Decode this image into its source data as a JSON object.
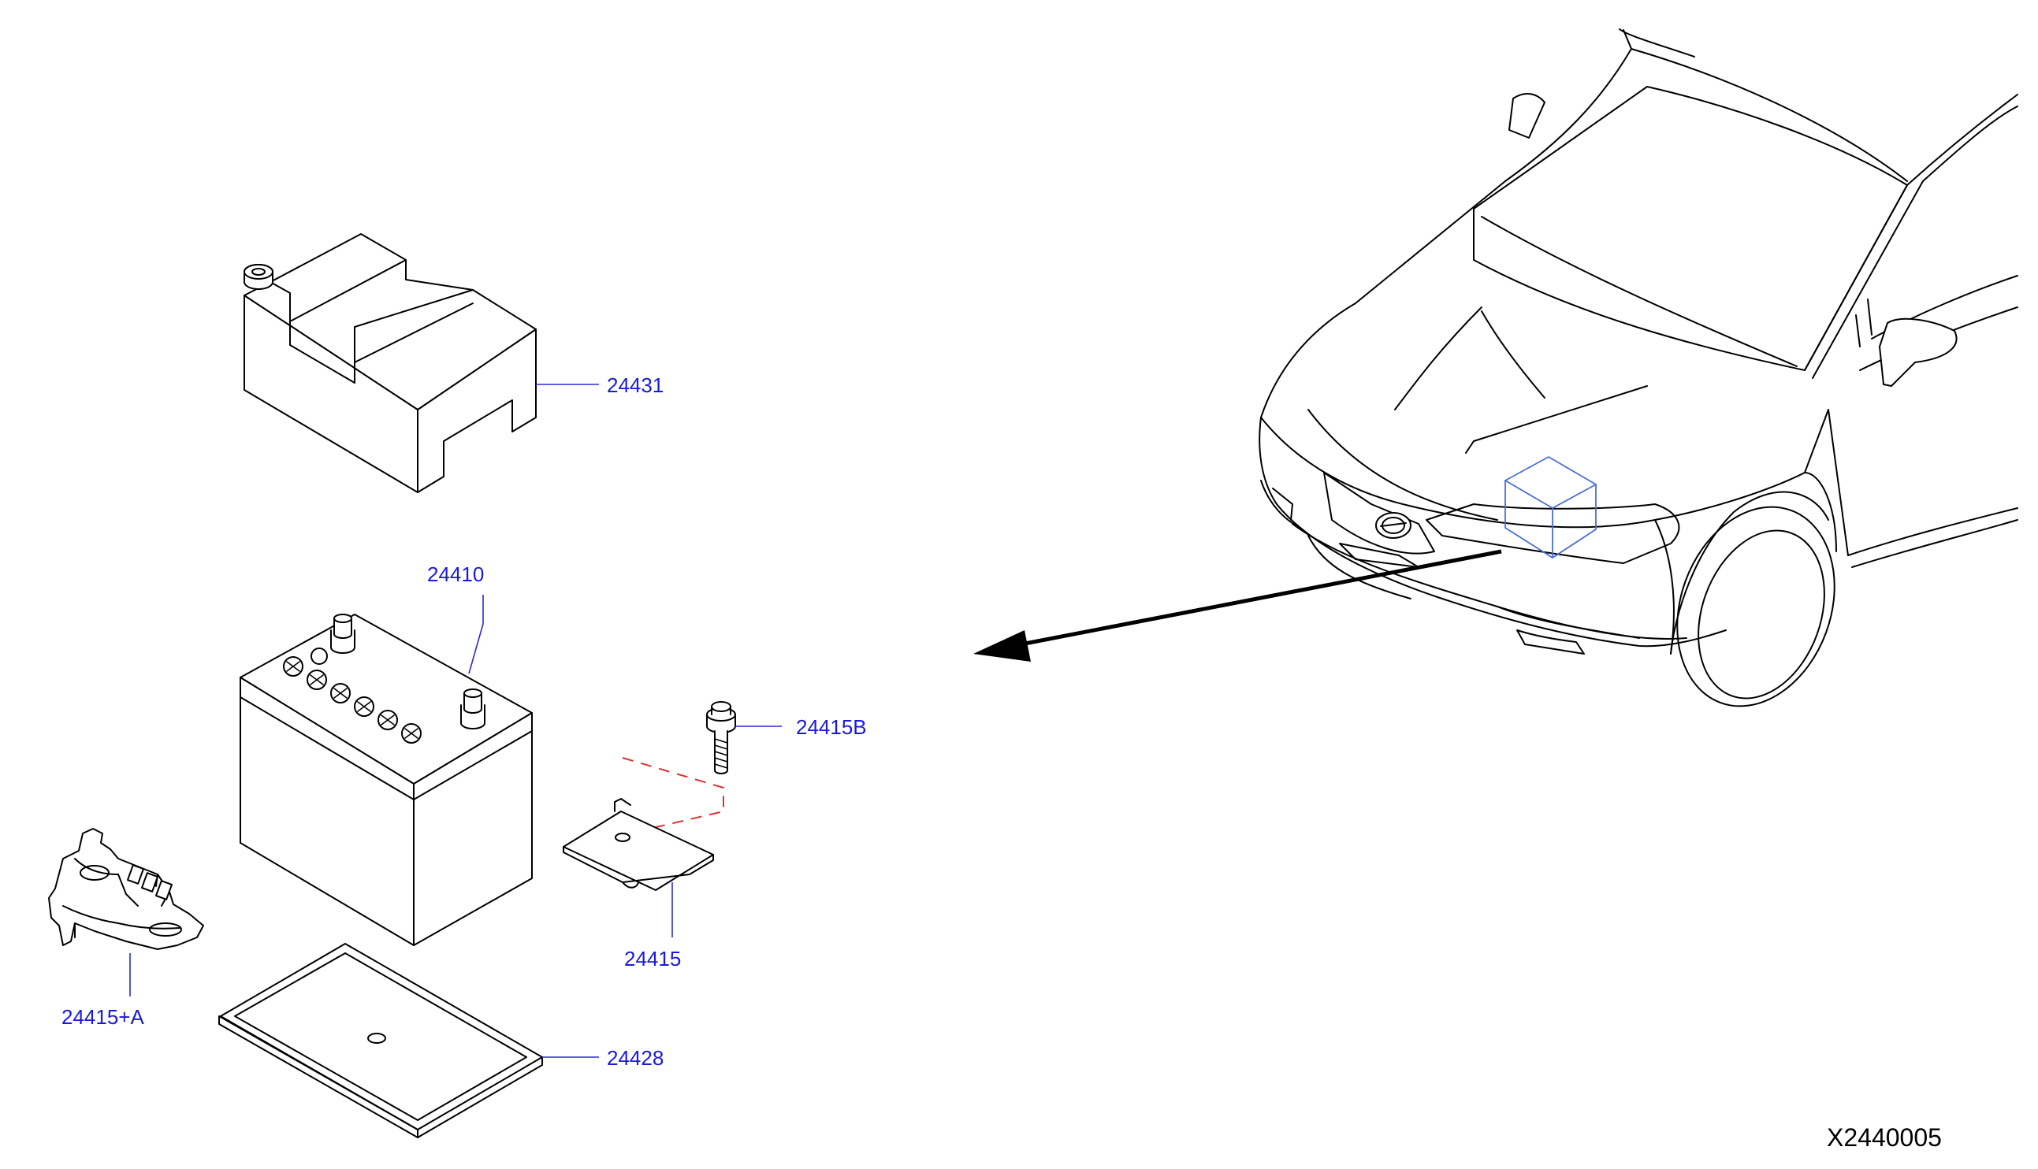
{
  "diagram_code": "X2440005",
  "callouts": {
    "battery_cover": "24431",
    "battery": "24410",
    "bolt": "24415B",
    "battery_hold_frame": "24415",
    "battery_clamp_bracket": "24415+A",
    "battery_tray": "24428"
  },
  "colors": {
    "label": "#1a1adb",
    "leader": "#2a2adb",
    "hidden_line": "#e03030",
    "location_box": "#4a6fd6",
    "ink": "#000000"
  }
}
